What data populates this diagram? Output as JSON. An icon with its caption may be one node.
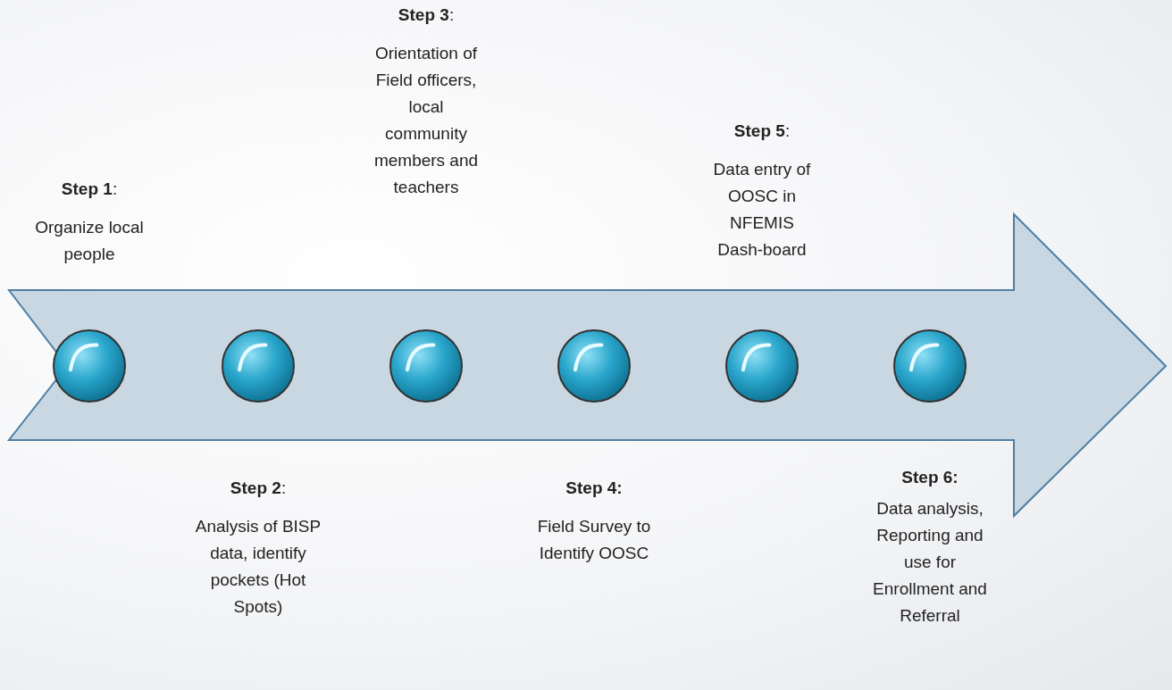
{
  "diagram": {
    "nodes": [
      {
        "text": [],
        "shape": "arrow"
      },
      {
        "text": [],
        "shape": "circle",
        "in": 0
      },
      {
        "text": [],
        "shape": "circle",
        "in": 0
      },
      {
        "text": [],
        "shape": "circle",
        "in": 0
      },
      {
        "text": [],
        "shape": "circle",
        "in": 0
      },
      {
        "text": [],
        "shape": "circle",
        "in": 0
      },
      {
        "text": [],
        "shape": "circle",
        "in": 0
      }
    ],
    "edges": [],
    "labels": [
      "**Step 1**:",
      "Organize local people",
      "**Step 2**:",
      "Analysis of BISP data, identify pockets (Hot Spots)",
      "**Step 3**:",
      "Orientation of Field officers, local community members and teachers",
      "**Step 4:**",
      "Field Survey to Identify OOSC",
      "**Step 5**:",
      "Data entry of OOSC in NFEMIS Dash-board",
      "**Step 6:**",
      "Data analysis, Reporting and use for Enrollment and Referral"
    ]
  }
}
